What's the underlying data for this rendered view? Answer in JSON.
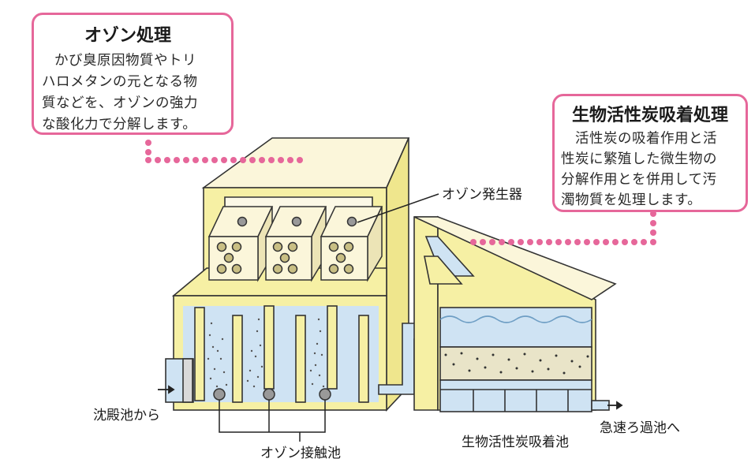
{
  "ozone_callout": {
    "title": "オゾン処理",
    "lines": [
      "かび臭原因物質やトリ",
      "ハロメタンの元となる物",
      "質などを、オゾンの強力",
      "な酸化力で分解します。"
    ]
  },
  "bac_callout": {
    "title": "生物活性炭吸着処理",
    "lines": [
      "活性炭の吸着作用と活",
      "性炭に繁殖した微生物の",
      "分解作用とを併用して汚",
      "濁物質を処理します。"
    ]
  },
  "labels": {
    "ozone_generator": "オゾン発生器",
    "from_settling": "沈殿池から",
    "ozone_contact": "オゾン接触池",
    "bac_basin": "生物活性炭吸着池",
    "to_rapid_filter": "急速ろ過池へ"
  },
  "colors": {
    "accent_pink": "#e6679a",
    "tank_yellow": "#f6f0a4",
    "water_blue": "#cfe3f3",
    "generator_cream": "#fbf6da"
  }
}
